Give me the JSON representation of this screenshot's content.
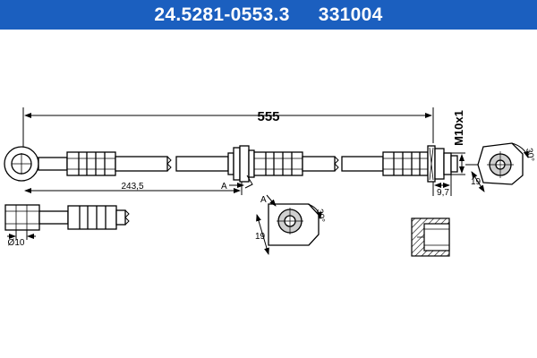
{
  "header": {
    "part_number": "24.5281-0553.3",
    "ref_number": "331004",
    "background": "#1b5fbf"
  },
  "dimensions": {
    "total_length": "555",
    "partial_length": "243,5",
    "thread": "M10x1",
    "fitting_length": "9,7",
    "eye_diameter": "Ø10"
  },
  "views": {
    "section_marker": "A",
    "detail_a_label": "A",
    "detail_a_across_flats": "19",
    "detail_a_angle": "30°",
    "end_view_across_flats": "19",
    "end_view_angle": "30°"
  }
}
